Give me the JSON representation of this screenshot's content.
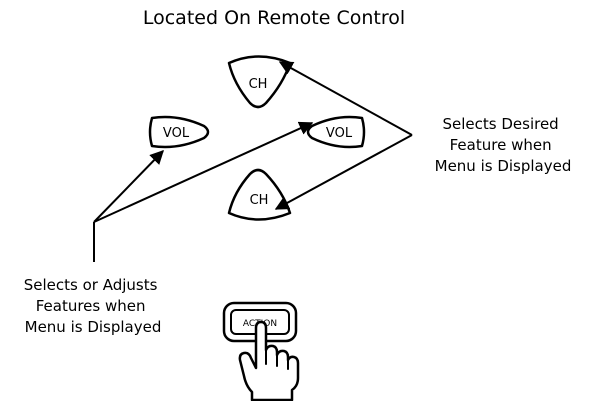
{
  "title": "Located On Remote Control",
  "buttons": {
    "ch_up": "CH",
    "ch_down": "CH",
    "vol_left": "VOL",
    "vol_right": "VOL",
    "action": "ACTION"
  },
  "labels": {
    "right": [
      "Selects Desired",
      "Feature when",
      "Menu is Displayed"
    ],
    "left": [
      "Selects or Adjusts",
      "Features when",
      "Menu is Displayed"
    ]
  },
  "icons": {
    "pointer": "pointing-hand-icon"
  }
}
